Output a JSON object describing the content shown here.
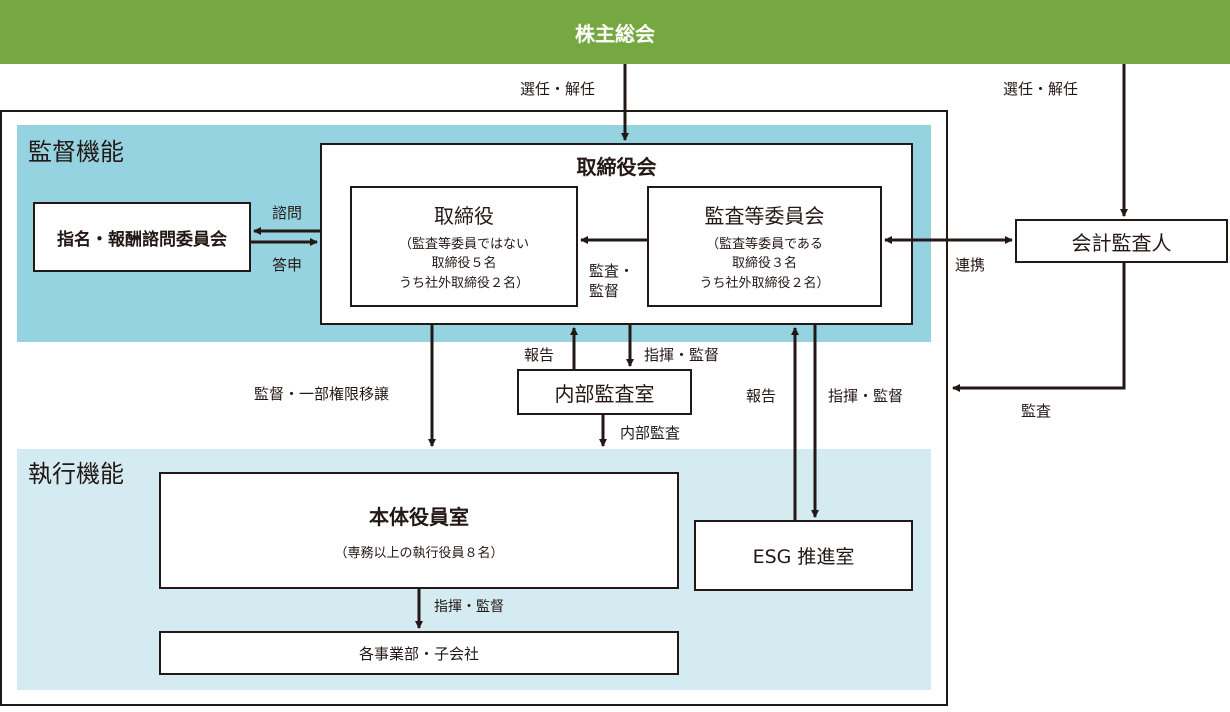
{
  "shareholders_meeting": {
    "label": "株主総会",
    "color": "#76a841"
  },
  "sections": {
    "supervisory": {
      "label": "監督機能",
      "color": "#95d3e1"
    },
    "executive": {
      "label": "執行機能",
      "color": "#d3ebf1"
    }
  },
  "board": {
    "title": "取締役会",
    "directors": {
      "title": "取締役",
      "lines": [
        "（監査等委員ではない",
        "取締役５名",
        "うち社外取締役２名）"
      ]
    },
    "audit_committee": {
      "title": "監査等委員会",
      "lines": [
        "（監査等委員である",
        "取締役３名",
        "うち社外取締役２名）"
      ]
    }
  },
  "nomination_committee": {
    "label": "指名・報酬諮問委員会"
  },
  "accounting_auditor": {
    "label": "会計監査人"
  },
  "internal_audit_office": {
    "label": "内部監査室"
  },
  "executive_office": {
    "title": "本体役員室",
    "subtitle": "（専務以上の執行役員８名）"
  },
  "esg_office": {
    "label": "ESG 推進室"
  },
  "divisions": {
    "label": "各事業部・子会社"
  },
  "flow_labels": {
    "elect_dismiss_board": "選任・解任",
    "elect_dismiss_auditor": "選任・解任",
    "consult": "諮問",
    "report_answer": "答申",
    "audit_supervise_line1": "監査・",
    "audit_supervise_line2": "監督",
    "cooperation": "連携",
    "audit": "監査",
    "supervise_delegate": "監督・一部権限移譲",
    "report_internal": "報告",
    "direct_supervise_internal": "指揮・監督",
    "internal_audit": "内部監査",
    "report_esg": "報告",
    "direct_supervise_esg": "指揮・監督",
    "direct_supervise_divisions": "指揮・監督"
  }
}
